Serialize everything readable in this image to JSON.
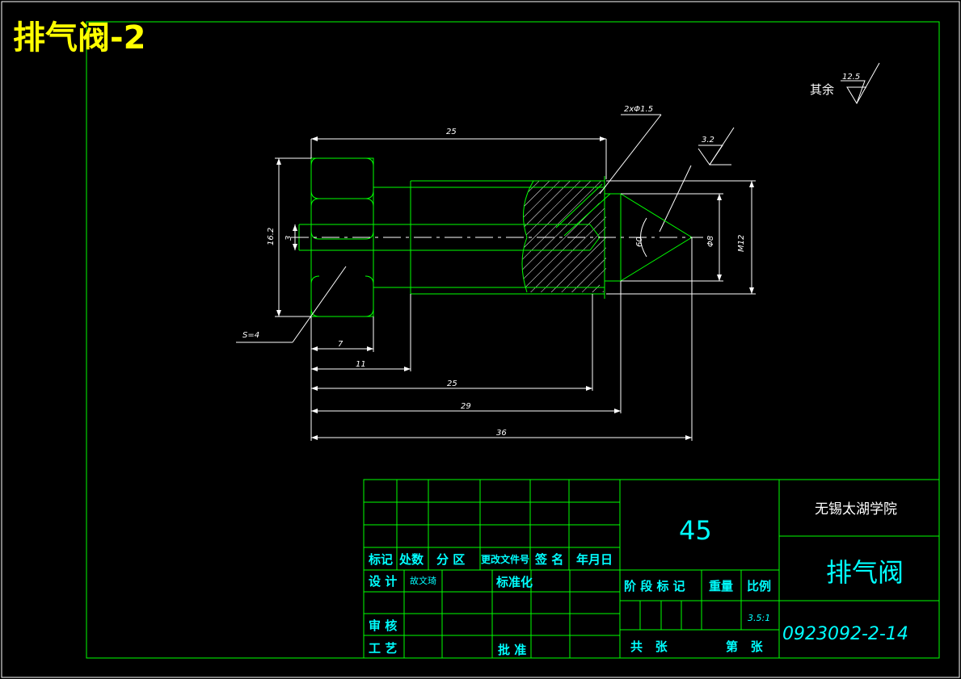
{
  "title": "排气阀-2",
  "surface": {
    "label": "其余",
    "value": "12.5",
    "local_value": "3.2"
  },
  "dimensions": {
    "top_length": "25",
    "hole_callout": "2xΦ1.5",
    "height_total": "16.2",
    "inner_small": "3",
    "angle": "60",
    "dia_tip": "Φ8",
    "thread": "M12",
    "flat": "S=4",
    "d7": "7",
    "d11": "11",
    "d25": "25",
    "d29": "29",
    "d36": "36"
  },
  "title_block": {
    "school": "无锡太湖学院",
    "material": "45",
    "part_name": "排气阀",
    "drawing_no": "0923092-2-14",
    "scale": "3.5:1",
    "headers": {
      "mark": "标记",
      "count": "处数",
      "zone": "分 区",
      "doc_no": "更改文件号",
      "sign": "签 名",
      "date": "年月日"
    },
    "design": "设 计",
    "designer": "故文琦",
    "standardize": "标准化",
    "review": "审 核",
    "process": "工 艺",
    "approve": "批 准",
    "stage": "阶 段 标 记",
    "weight": "重量",
    "ratio": "比例",
    "total": "共   张",
    "sheet": "第   张"
  }
}
